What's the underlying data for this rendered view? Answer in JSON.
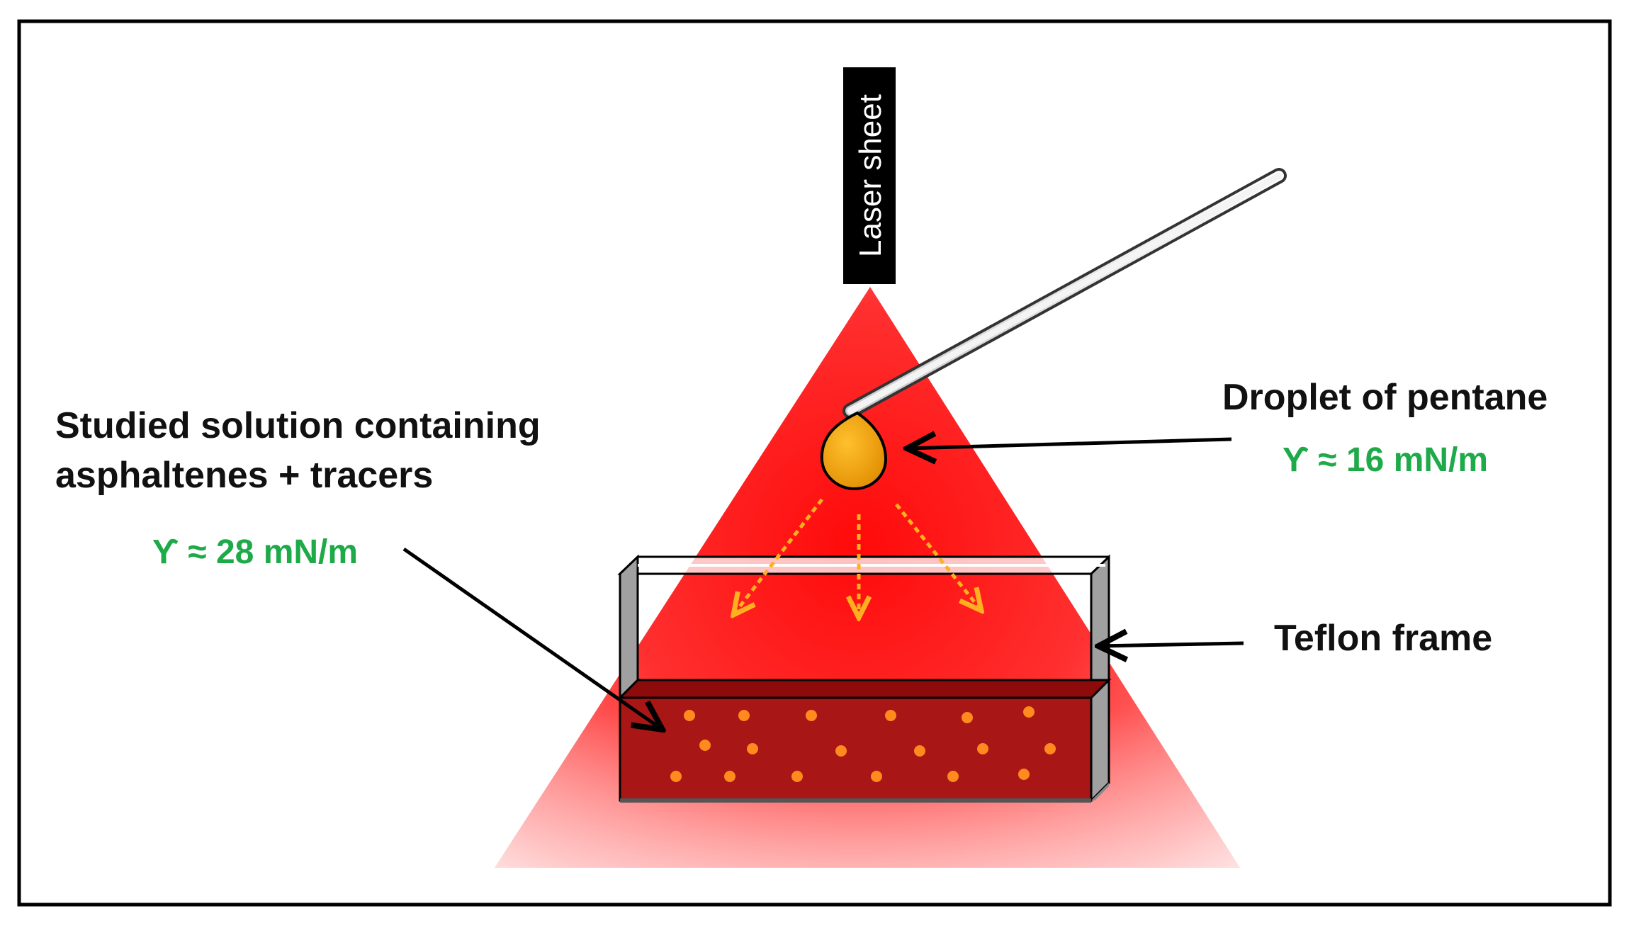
{
  "labels": {
    "laser": "Laser sheet",
    "droplet": "Droplet of pentane",
    "droplet_tension": "ϒ ≈ 16 mN/m",
    "solution_line1": "Studied solution containing",
    "solution_line2": "asphaltenes + tracers",
    "solution_tension": "ϒ ≈ 28 mN/m",
    "frame": "Teflon frame"
  },
  "colors": {
    "laser_red": "#ff1a1a",
    "solution_dark_red": "#a81010",
    "tracer_orange": "#ff8a1e",
    "droplet_fill": "#f0a21a",
    "arrow_dash": "#ffb020",
    "tension_green": "#1faa4a",
    "frame_grey": "#8c8c8c"
  }
}
